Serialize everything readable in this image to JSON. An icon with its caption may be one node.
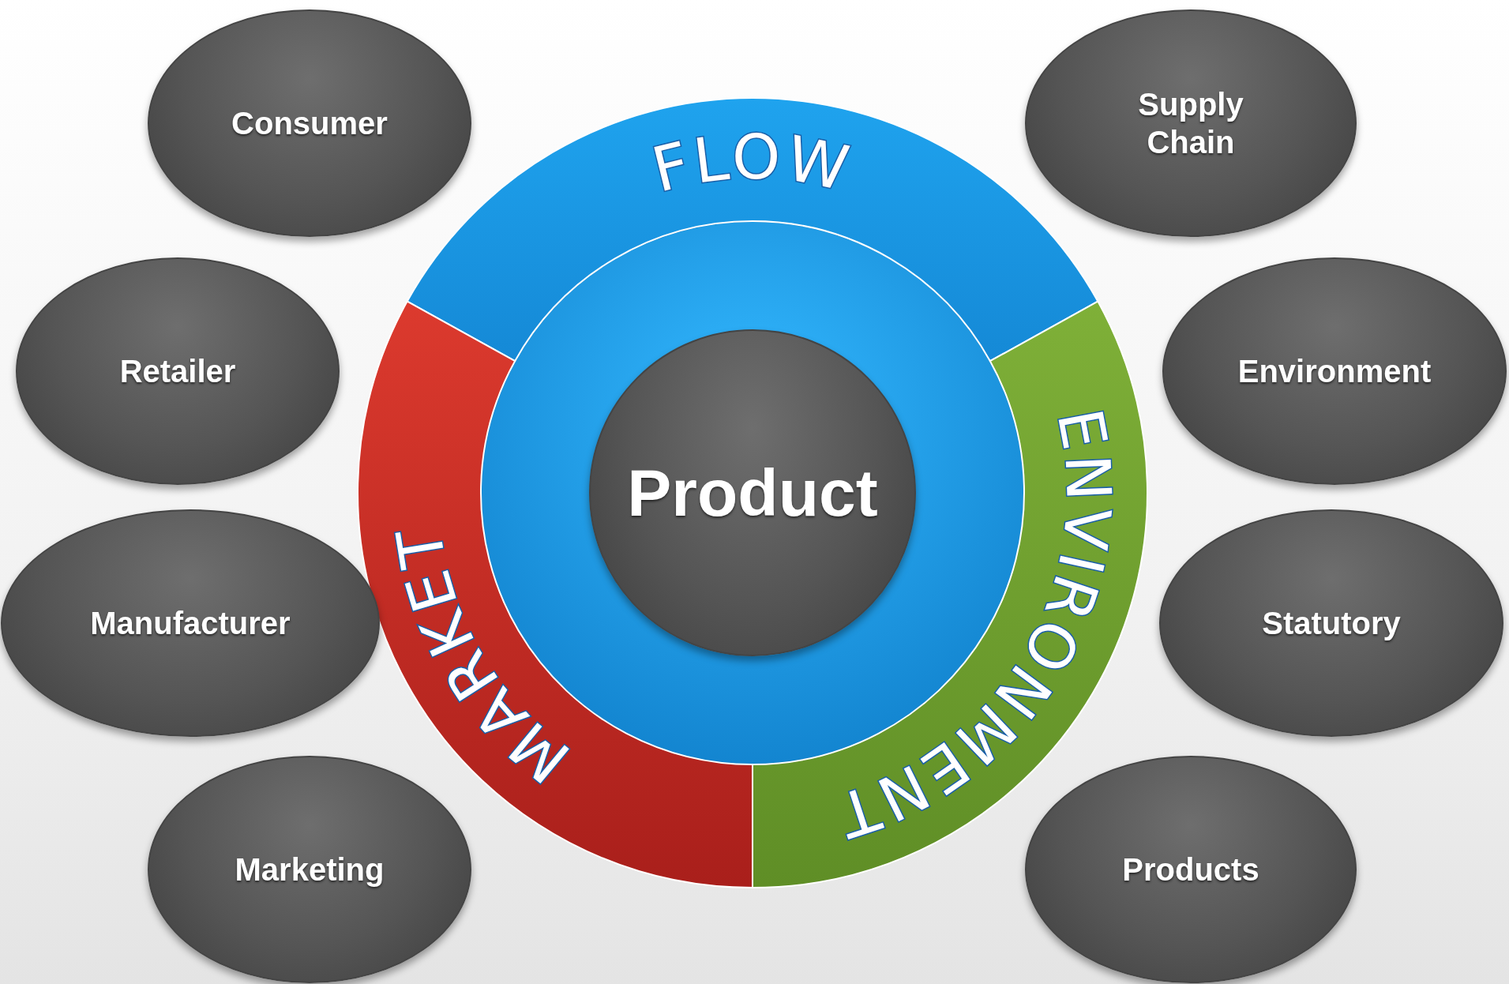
{
  "diagram": {
    "nodes": [
      {
        "text": [
          "Consumer"
        ]
      },
      {
        "text": [
          "Supply Chain"
        ]
      },
      {
        "text": [
          "FLOW"
        ]
      },
      {
        "text": [
          "Retailer"
        ]
      },
      {
        "text": [
          "Environment"
        ]
      },
      {
        "text": [
          "MARKET"
        ]
      },
      {
        "text": [
          "Product"
        ]
      },
      {
        "text": [
          "ENVIRONMENT"
        ]
      },
      {
        "text": [
          "Manufacturer"
        ]
      },
      {
        "text": [
          "Statutory"
        ]
      },
      {
        "text": [
          "Marketing"
        ]
      },
      {
        "text": [
          "Products"
        ]
      }
    ]
  }
}
